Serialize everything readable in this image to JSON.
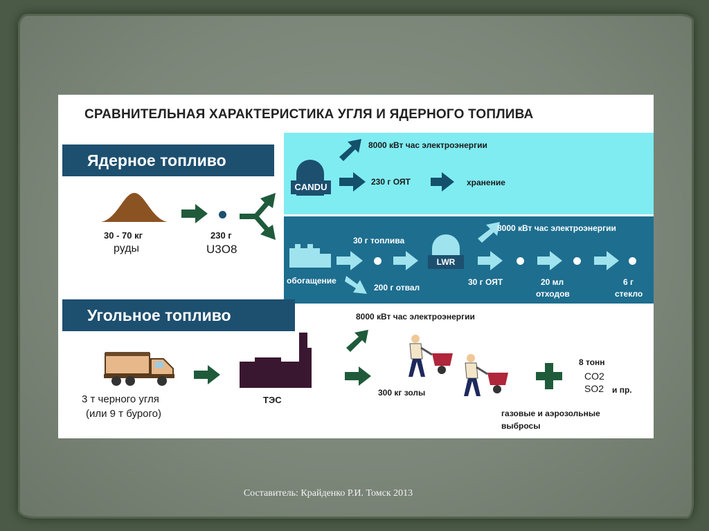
{
  "title": "СРАВНИТЕЛЬНАЯ ХАРАКТЕРИСТИКА УГЛЯ И ЯДЕРНОГО ТОПЛИВА",
  "nuclear": {
    "header": "Ядерное топливо",
    "ore_amount": "30 - 70 кг",
    "ore_label": "руды",
    "u3o8_amount": "230 г",
    "u3o8_formula": "U3O8",
    "candu": {
      "reactor_label": "CANDU",
      "electricity": "8000 кВт час электроэнергии",
      "spent_fuel": "230 г ОЯТ",
      "storage": "хранение"
    },
    "lwr": {
      "enrichment": "обогащение",
      "fuel": "30 г топлива",
      "tailings": "200 г отвал",
      "reactor_label": "LWR",
      "electricity": "8000 кВт час электроэнергии",
      "spent_fuel": "30 г ОЯТ",
      "waste_amount": "20 мл",
      "waste_label": "отходов",
      "glass_amount": "6 г",
      "glass_label": "стекло"
    }
  },
  "coal": {
    "header": "Угольное топливо",
    "coal_line1": "3 т черного  угля",
    "coal_line2": "(или 9 т бурого)",
    "plant": "ТЭС",
    "electricity": "8000 кВт час электроэнергии",
    "ash": "300 кг золы",
    "emissions_amount": "8 тонн",
    "co2": "CO2",
    "so2": "SO2",
    "other": "и пр.",
    "emissions_line1": "газовые и аэрозольные",
    "emissions_line2": "выбросы"
  },
  "footer": "Составитель: Крайденко Р.И. Томск 2013",
  "colors": {
    "header_bg": "#1d4f6f",
    "candu_band": "#7fecf2",
    "lwr_band": "#1d6e8f",
    "arrow_green": "#1f5b3b",
    "arrow_dark": "#14506b",
    "ore_brown": "#8b5322",
    "plant_purple": "#3a1730"
  }
}
